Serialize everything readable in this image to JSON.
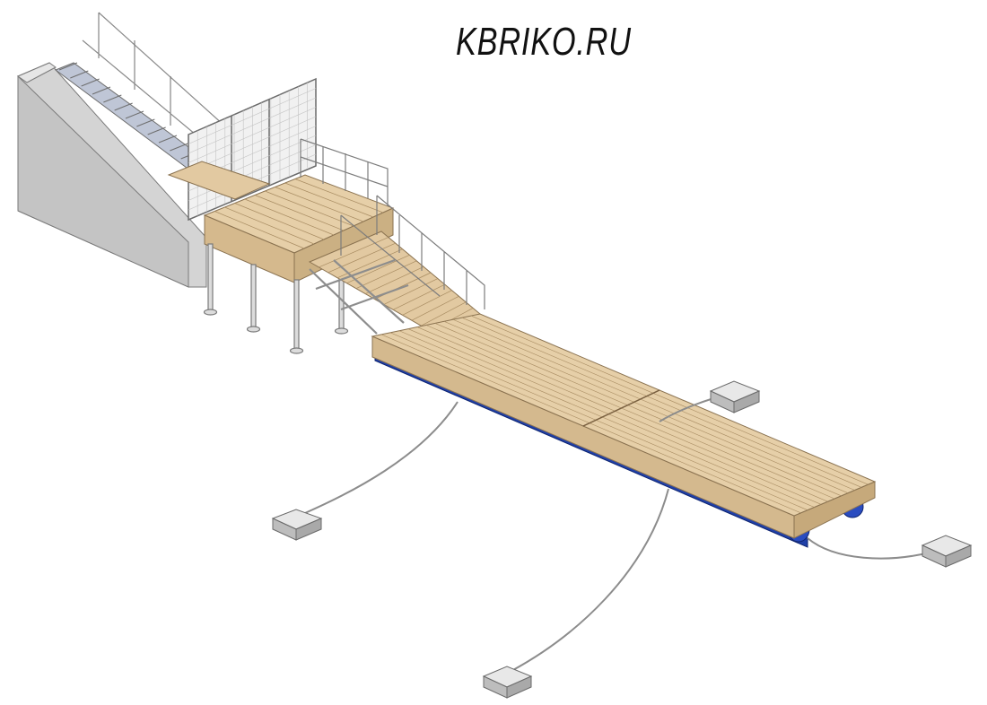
{
  "brand": {
    "text": "KBRIKO.RU"
  },
  "colors": {
    "wood": "#e2c9a1",
    "wood_dark": "#c9ab7d",
    "wood_line": "#8a7250",
    "concrete": "#d9d9d9",
    "concrete_dark": "#bdbdbd",
    "float_blue": "#1f3fa8",
    "metal": "#9a9a9a",
    "anchor": "#cfcfcf"
  },
  "icons": [
    "concrete-abutment",
    "staircase",
    "mesh-gate",
    "landing-platform",
    "gangway-ramp",
    "floating-pontoon",
    "anchor-block",
    "mooring-chain"
  ]
}
